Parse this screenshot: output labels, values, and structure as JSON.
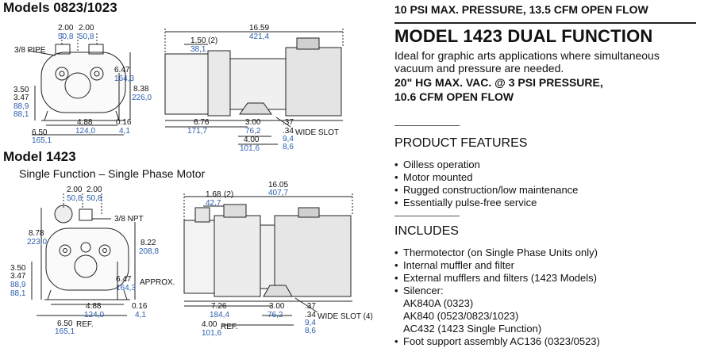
{
  "left": {
    "models_title": "Models 0823/1023",
    "model_1423_title": "Model 1423",
    "model_1423_subtitle": "Single Function – Single Phase Motor",
    "top_front_dims": {
      "w1_in": "2.00",
      "w1_mm": "50,8",
      "w2_in": "2.00",
      "w2_mm": "50,8",
      "pipe": "3/8 PIPE",
      "h_in": "6.47",
      "h_mm": "164,3",
      "h2_in": "8.38",
      "h2_mm": "226,0",
      "a_in": "3.50",
      "a_mm": "88,9",
      "b_in": "3.47",
      "b_mm": "88,1",
      "base_in": "4.88",
      "base_mm": "124,0",
      "foot_in": "6.50",
      "foot_mm": "165,1",
      "t_in": "0.16",
      "t_mm": "4,1"
    },
    "top_side_dims": {
      "len_in": "16.59",
      "len_mm": "421,4",
      "off_in": "1.50",
      "off_note": "(2)",
      "off_mm": "38,1",
      "l1_in": "6.76",
      "l1_mm": "171,7",
      "l2_in": "3.00",
      "l2_mm": "76,2",
      "l3_in": "4.00",
      "l3_mm": "101,6",
      "s1_in": ".37",
      "s2_in": ".34",
      "s1_mm": "9,4",
      "s2_mm": "8,6",
      "slot": "WIDE SLOT"
    },
    "bottom_front_dims": {
      "w1_in": "2.00",
      "w1_mm": "50,8",
      "w2_in": "2.00",
      "w2_mm": "50,8",
      "npt": "3/8 NPT",
      "tall_in": "8.78",
      "tall_mm": "223,0",
      "h2_in": "8.22",
      "h2_mm": "208,8",
      "h_in": "6.47",
      "h_mm": "164,3",
      "approx": "APPROX.",
      "a_in": "3.50",
      "a_mm": "88,9",
      "b_in": "3.47",
      "b_mm": "88,1",
      "base_in": "4.88",
      "base_mm": "124,0",
      "foot_in": "6.50",
      "foot_ref": "REF.",
      "foot_mm": "165,1",
      "t_in": "0.16",
      "t_mm": "4,1"
    },
    "bottom_side_dims": {
      "len_in": "16.05",
      "len_mm": "407,7",
      "off_in": "1.68",
      "off_note": "(2)",
      "off_mm": "42,7",
      "l1_in": "7.26",
      "l1_mm": "184,4",
      "l2_in": "3.00",
      "l2_mm": "76,2",
      "l3_in": "4.00",
      "l3_ref": "REF.",
      "l3_mm": "101,6",
      "s1_in": ".37",
      "s2_in": ".34",
      "s1_mm": "9,4",
      "s2_mm": "8,6",
      "slot": "WIDE SLOT (4)"
    }
  },
  "right": {
    "top_line": "10 PSI MAX. PRESSURE, 13.5 CFM OPEN FLOW",
    "model_heading": "MODEL 1423 DUAL FUNCTION",
    "description": [
      "Ideal for graphic arts applications where simultaneous",
      "vacuum and pressure are needed."
    ],
    "spec_lines": [
      "20\" HG MAX. VAC. @ 3 PSI PRESSURE,",
      "10.6 CFM OPEN FLOW"
    ],
    "features_title": "PRODUCT FEATURES",
    "features": [
      "Oilless operation",
      "Motor mounted",
      "Rugged construction/low maintenance",
      "Essentially pulse-free service"
    ],
    "includes_title": "INCLUDES",
    "includes": [
      "Thermotector (on Single Phase Units only)",
      "Internal muffler and filter",
      "External mufflers and filters (1423 Models)",
      "Silencer:"
    ],
    "silencer_items": [
      "AK840A (0323)",
      "AK840 (0523/0823/1023)",
      "AC432 (1423 Single Function)"
    ],
    "last_include": "Foot support assembly AC136 (0323/0523)"
  },
  "colors": {
    "metric_blue": "#2a5db0",
    "text": "#111111",
    "rule": "#555555"
  }
}
